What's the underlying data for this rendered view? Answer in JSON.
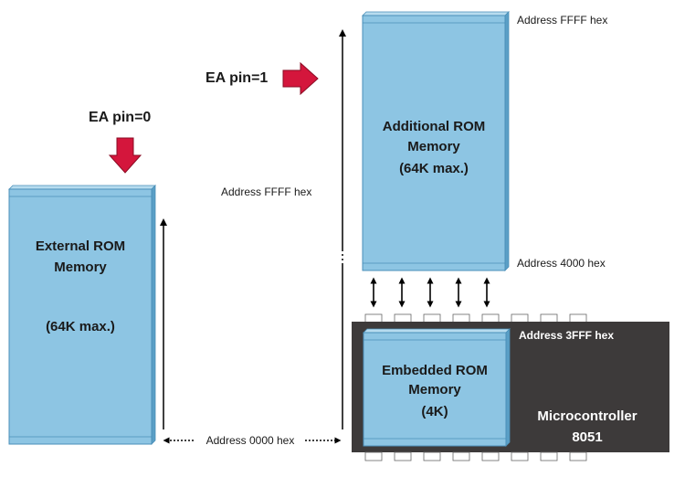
{
  "external_rom": {
    "title_line1": "External ROM",
    "title_line2": "Memory",
    "capacity": "(64K max.)"
  },
  "additional_rom": {
    "title_line1": "Additional ROM",
    "title_line2": "Memory",
    "capacity": "(64K max.)"
  },
  "embedded_rom": {
    "title_line1": "Embedded ROM",
    "title_line2": "Memory",
    "capacity": "(4K)"
  },
  "microcontroller": {
    "line1": "Microcontroller",
    "line2": "8051"
  },
  "ea_labels": {
    "pin0": "EA pin=0",
    "pin1": "EA pin=1"
  },
  "addresses": {
    "ffff_top": "Address FFFF hex",
    "ffff_left": "Address FFFF hex",
    "a4000": "Address 4000 hex",
    "a3fff": "Address 3FFF hex",
    "a0000": "Address 0000 hex"
  },
  "colors": {
    "rom_fill": "#8dc5e3",
    "rom_edge": "#5a9fc6",
    "chip_fill": "#3d3a3a",
    "arrow_red": "#d4163c",
    "text_dark": "#1a1a1a",
    "text_white": "#ffffff"
  }
}
